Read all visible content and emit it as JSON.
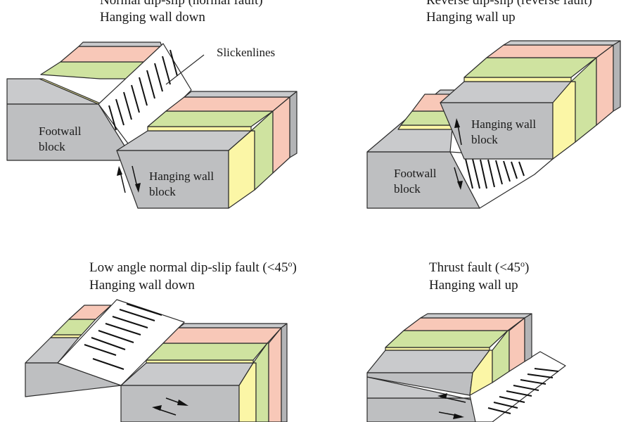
{
  "panels": {
    "normal": {
      "title": "Normal dip-slip (normal fault)",
      "subtitle": "Hanging wall down",
      "footwall_label": [
        "Footwall",
        "block"
      ],
      "hanging_label": [
        "Hanging wall",
        "block"
      ],
      "callout": "Slickenlines"
    },
    "reverse": {
      "title": "Reverse dip-slip (reverse fault)",
      "subtitle": "Hanging wall up",
      "hanging_label": [
        "Hanging wall",
        "block"
      ],
      "footwall_label": [
        "Footwall",
        "block"
      ]
    },
    "low_angle": {
      "title": "Low angle normal dip-slip fault (<45",
      "title_sup": "o",
      "title_close": ")",
      "subtitle": "Hanging wall down"
    },
    "thrust": {
      "title": "Thrust fault (<45",
      "title_sup": "o",
      "title_close": ")",
      "subtitle": "Hanging wall up"
    }
  },
  "colors": {
    "grey_top": "#c9cacc",
    "grey_front": "#bebfc1",
    "grey_side": "#b3b4b6",
    "pink": "#f8c8b8",
    "green": "#cfe3a0",
    "yellow": "#fbf6a6",
    "fault_plane": "#ffffff",
    "line": "#2b2b2b"
  }
}
